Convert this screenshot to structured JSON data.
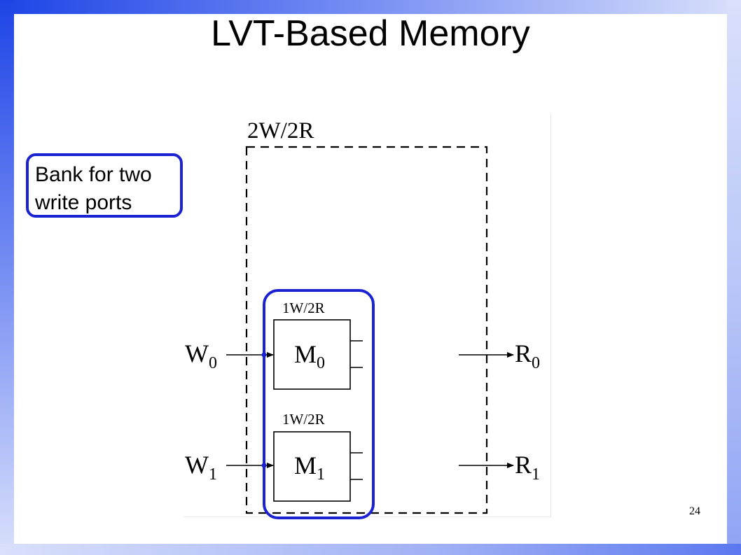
{
  "slide": {
    "title": "LVT-Based Memory",
    "page_number": "24",
    "callout": {
      "line1": "Bank for two",
      "line2": "write ports"
    }
  },
  "diagram": {
    "outer_label": "2W/2R",
    "banks": [
      {
        "config": "1W/2R",
        "name": "M",
        "index": "0",
        "write_port": "W",
        "write_index": "0",
        "read_port": "R",
        "read_index": "0"
      },
      {
        "config": "1W/2R",
        "name": "M",
        "index": "1",
        "write_port": "W",
        "write_index": "1",
        "read_port": "R",
        "read_index": "1"
      }
    ]
  },
  "colors": {
    "accent": "#1b22d1",
    "frame": "#1e44e6"
  }
}
